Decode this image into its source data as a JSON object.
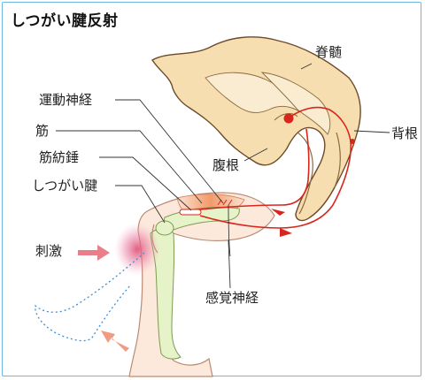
{
  "title": "しつがい腱反射",
  "labels": {
    "spinal_cord": "脊髄",
    "dorsal_root": "背根",
    "ventral_root": "腹根",
    "motor_nerve": "運動神経",
    "muscle": "筋",
    "muscle_spindle": "筋紡錘",
    "patellar_tendon": "しつがい腱",
    "stimulus": "刺激",
    "sensory_nerve": "感覚神経"
  },
  "colors": {
    "frame": "#6fb7e3",
    "nerve": "#d9261c",
    "bone": "#e6f2c8",
    "spinal": "#f6deb0",
    "leg": "#fce9dc",
    "stimulus": "#e0557a",
    "arrow": "#ea7f8c",
    "swing_arrow": "#f19a84",
    "dotted": "#3c8dd6"
  }
}
